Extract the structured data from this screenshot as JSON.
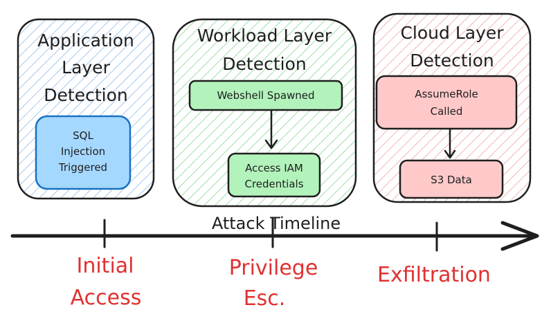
{
  "diagram": {
    "axis_label": "Attack Timeline",
    "layers": [
      {
        "title": [
          "Application",
          "Layer",
          "Detection"
        ],
        "hatch_color": "#a5c8ef",
        "nodes": [
          {
            "lines": [
              "SQL",
              "Injection",
              "Triggered"
            ],
            "fill": "#a5d8ff",
            "stroke": "#1971c2",
            "text_color": "#1971c2"
          }
        ]
      },
      {
        "title": [
          "Workload Layer",
          "Detection"
        ],
        "hatch_color": "#9ee0a6",
        "nodes": [
          {
            "lines": [
              "Webshell Spawned"
            ],
            "fill": "#b2f2bb",
            "stroke": "#1e1e1e",
            "text_color": "#1e1e1e"
          },
          {
            "lines": [
              "Access IAM",
              "Credentials"
            ],
            "fill": "#b2f2bb",
            "stroke": "#1e1e1e",
            "text_color": "#1e1e1e"
          }
        ]
      },
      {
        "title": [
          "Cloud Layer",
          "Detection"
        ],
        "hatch_color": "#f3b6b6",
        "nodes": [
          {
            "lines": [
              "AssumeRole",
              "Called"
            ],
            "fill": "#ffc9c9",
            "stroke": "#1e1e1e",
            "text_color": "#1e1e1e"
          },
          {
            "lines": [
              "S3 Data"
            ],
            "fill": "#ffc9c9",
            "stroke": "#1e1e1e",
            "text_color": "#1e1e1e"
          }
        ]
      }
    ],
    "phases": [
      {
        "lines": [
          "Initial",
          "Access"
        ]
      },
      {
        "lines": [
          "Privilege",
          "Esc."
        ]
      },
      {
        "lines": [
          "Exfiltration"
        ]
      }
    ],
    "phase_color": "#e03131"
  }
}
